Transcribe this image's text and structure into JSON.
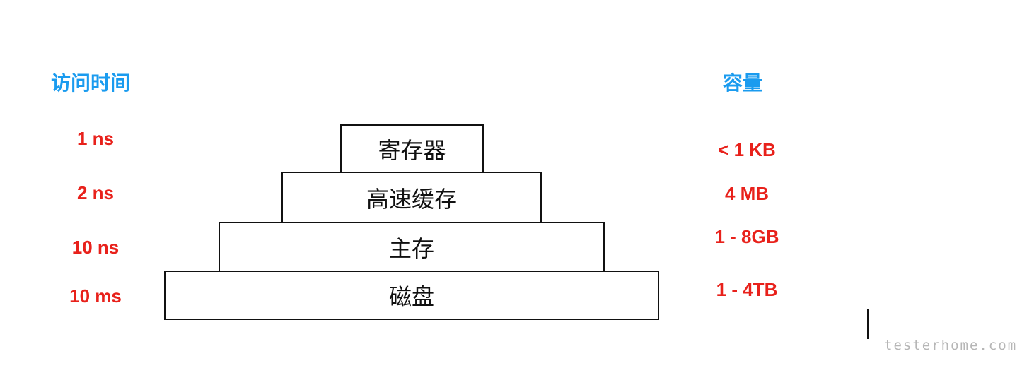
{
  "headers": {
    "access_time": "访问时间",
    "capacity": "容量"
  },
  "levels": [
    {
      "name": "寄存器",
      "access_time": "1 ns",
      "capacity": "< 1 KB"
    },
    {
      "name": "高速缓存",
      "access_time": "2 ns",
      "capacity": "4 MB"
    },
    {
      "name": "主存",
      "access_time": "10 ns",
      "capacity": "1 - 8GB"
    },
    {
      "name": "磁盘",
      "access_time": "10 ms",
      "capacity": "1 - 4TB"
    }
  ],
  "watermark": {
    "text": "testerhome.com"
  },
  "colors": {
    "header": "#1a9bef",
    "metric": "#e8211b",
    "box_border": "#111111"
  }
}
